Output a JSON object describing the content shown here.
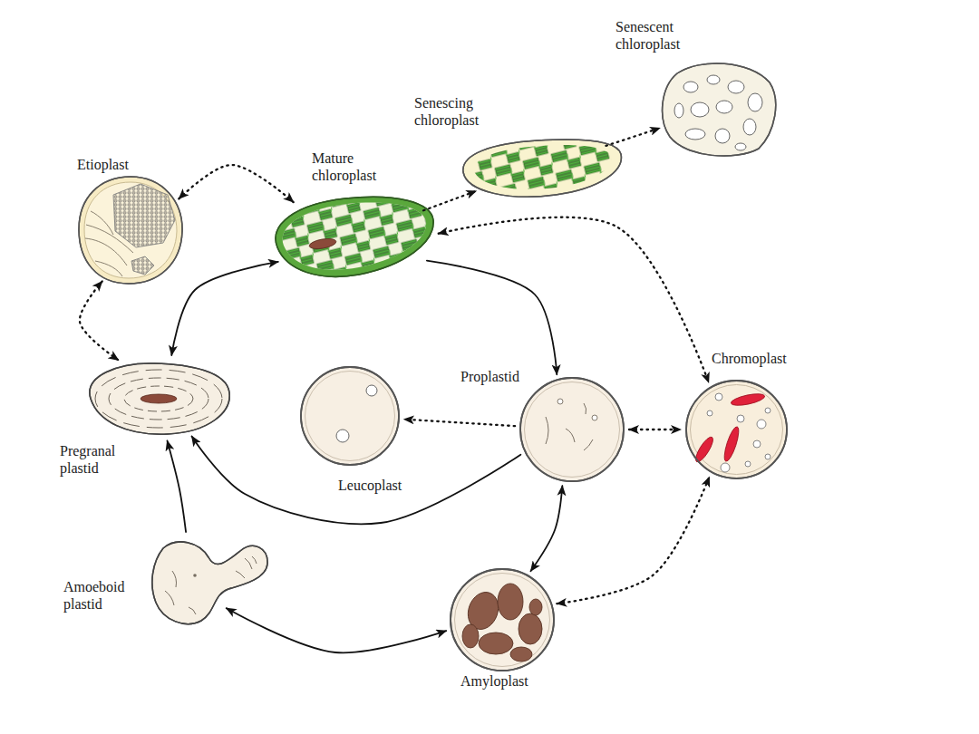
{
  "diagram": {
    "nodes": [
      {
        "text": [
          "Senescent chloroplast"
        ]
      },
      {
        "text": [
          "Senescing chloroplast"
        ]
      },
      {
        "text": [
          "Etioplast"
        ]
      },
      {
        "text": [
          "Mature chloroplast"
        ]
      },
      {
        "text": [
          "Chromoplast"
        ]
      },
      {
        "text": [
          "Pregranal plastid"
        ]
      },
      {
        "text": [
          "Proplastid"
        ]
      },
      {
        "text": [
          "Leucoplast"
        ]
      },
      {
        "text": [
          "Amoeboid plastid"
        ]
      },
      {
        "text": [
          "Amyloplast"
        ]
      }
    ],
    "edges": [
      {
        "from": 2,
        "to": 3,
        "arrow": "both"
      },
      {
        "from": 2,
        "to": 5,
        "arrow": "both"
      },
      {
        "from": 3,
        "to": 1,
        "arrow": "to"
      },
      {
        "from": 1,
        "to": 0,
        "arrow": "to"
      },
      {
        "from": 3,
        "to": 4,
        "arrow": "both"
      },
      {
        "from": 3,
        "to": 6,
        "arrow": "to"
      },
      {
        "from": 5,
        "to": 3,
        "arrow": "both"
      },
      {
        "from": 6,
        "to": 5,
        "arrow": "to"
      },
      {
        "from": 6,
        "to": 7,
        "arrow": "to"
      },
      {
        "from": 6,
        "to": 4,
        "arrow": "both"
      },
      {
        "from": 6,
        "to": 9,
        "arrow": "both"
      },
      {
        "from": 9,
        "to": 4,
        "arrow": "both"
      },
      {
        "from": 9,
        "to": 8,
        "arrow": "both"
      },
      {
        "from": 8,
        "to": 5,
        "arrow": "to"
      }
    ]
  }
}
